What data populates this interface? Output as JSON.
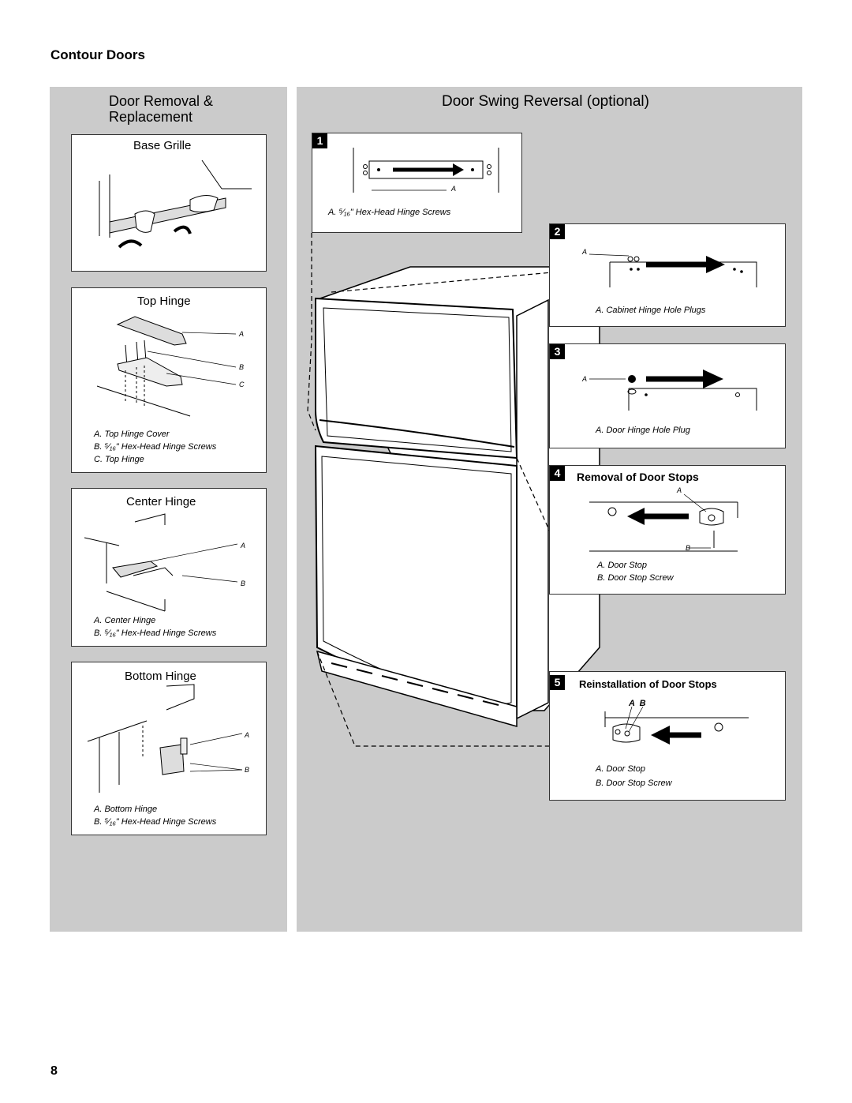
{
  "section_title": "Contour Doors",
  "left_panel": {
    "title_line1": "Door Removal &",
    "title_line2": "Replacement",
    "base_grille": {
      "title": "Base Grille"
    },
    "top_hinge": {
      "title": "Top Hinge",
      "labels": [
        "A",
        "B",
        "C"
      ],
      "captions": [
        "A. Top Hinge Cover",
        "B. ⁵⁄₁₆\" Hex-Head Hinge Screws",
        "C. Top Hinge"
      ]
    },
    "center_hinge": {
      "title": "Center Hinge",
      "labels": [
        "A",
        "B"
      ],
      "captions": [
        "A. Center Hinge",
        "B. ⁵⁄₁₆\" Hex-Head Hinge Screws"
      ]
    },
    "bottom_hinge": {
      "title": "Bottom Hinge",
      "labels": [
        "A",
        "B"
      ],
      "captions": [
        "A. Bottom Hinge",
        "B. ⁵⁄₁₆\" Hex-Head Hinge Screws"
      ]
    }
  },
  "right_panel": {
    "title": "Door Swing Reversal (optional)",
    "steps": [
      {
        "number": "1",
        "label": "A",
        "captions": [
          "A. ⁵⁄₁₆\" Hex-Head Hinge Screws"
        ]
      },
      {
        "number": "2",
        "label": "A",
        "captions": [
          "A. Cabinet Hinge Hole Plugs"
        ]
      },
      {
        "number": "3",
        "label": "A",
        "captions": [
          "A. Door Hinge Hole Plug"
        ]
      },
      {
        "number": "4",
        "title": "Removal of Door Stops",
        "labels": [
          "A",
          "B"
        ],
        "captions": [
          "A. Door Stop",
          "B. Door Stop Screw"
        ]
      },
      {
        "number": "5",
        "title": "Reinstallation of Door Stops",
        "labels": "A  B",
        "captions": [
          "A. Door Stop",
          "B. Door Stop Screw"
        ]
      }
    ]
  },
  "page_number": "8"
}
